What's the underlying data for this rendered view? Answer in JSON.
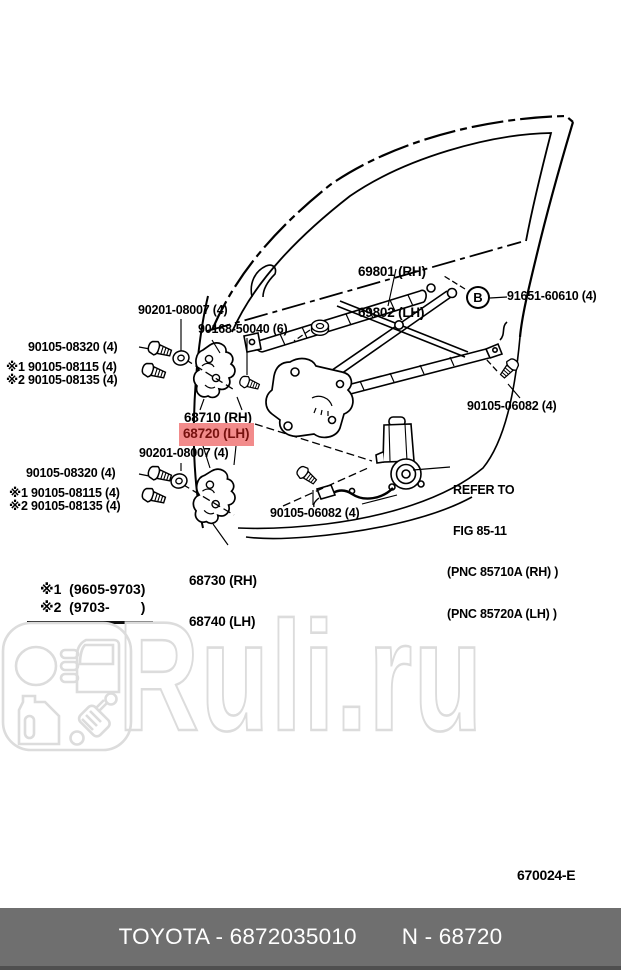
{
  "colors": {
    "highlight_bg": "#f28b8b",
    "highlight_text": "#77120f",
    "bar_bg": "#6f6f6f",
    "bar_text": "#ffffff",
    "watermark": "#dcdcdc",
    "line": "#000000"
  },
  "callouts": {
    "glass_channel_rh": "69801 (RH)",
    "glass_channel_lh": "69802 (LH)",
    "b_marker": "B",
    "bolt_91651": "91651-60610 (4)",
    "screw_90201_upper": "90201-08007 (4)",
    "nut_90168": "90168-50040 (6)",
    "bolt_08320_upper": "90105-08320 (4)",
    "bolt_08115_upper": "※1 90105-08115 (4)",
    "bolt_08135_upper": "※2 90105-08135 (4)",
    "hinge_upper_rh": "68710 (RH)",
    "hinge_upper_lh": "68720 (LH)",
    "screw_90201_lower": "90201-08007 (4)",
    "bolt_08320_lower": "90105-08320 (4)",
    "bolt_08115_lower": "※1 90105-08115 (4)",
    "bolt_08135_lower": "※2 90105-08135 (4)",
    "bolt_06082_left": "90105-06082 (4)",
    "bolt_06082_right": "90105-06082 (4)",
    "hinge_lower_rh": "68730 (RH)",
    "hinge_lower_lh": "68740 (LH)",
    "refer_line1": "REFER TO",
    "refer_line2": "FIG 85-11",
    "refer_line3": "(PNC 85710A (RH) )",
    "refer_line4": "(PNC 85720A (LH) )"
  },
  "notes": {
    "note1": "※1  (9605-9703)",
    "note2": "※2  (9703-        )"
  },
  "figure_code": "670024-E",
  "watermark": {
    "text": "Ruli.ru",
    "logo_icons": [
      "headlight",
      "car-door",
      "oil-canister",
      "shock-absorber"
    ]
  },
  "footer": {
    "brand_part": "TOYOTA - 6872035010",
    "catalog_part": "N - 68720"
  }
}
